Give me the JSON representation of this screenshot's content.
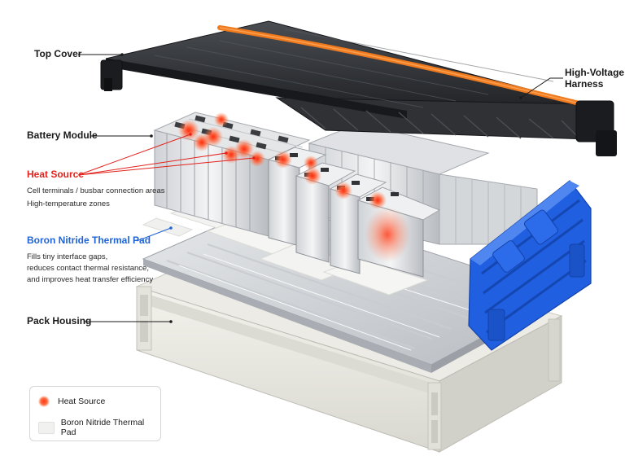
{
  "labels": {
    "top_cover": "Top Cover",
    "hv_harness_1": "High-Voltage",
    "hv_harness_2": "Harness",
    "battery_module": "Battery Module",
    "heat_source": "Heat Source",
    "heat_desc_1": "Cell terminals / busbar connection areas",
    "heat_desc_2": "High-temperature zones",
    "thermal_pad": "Boron Nitride Thermal Pad",
    "pad_desc_1": "Fills tiny interface gaps,",
    "pad_desc_2": "reduces contact thermal resistance,",
    "pad_desc_3": "and improves heat transfer efficiency",
    "pack_housing": "Pack Housing"
  },
  "legend": {
    "heat_source": "Heat Source",
    "thermal_pad": "Boron Nitride Thermal Pad"
  },
  "colors": {
    "heat_red": "#e3221c",
    "pad_blue": "#1f63d6",
    "harness_orange": "#f07a1e",
    "connector_blue": "#1f5fe0",
    "cover_dark": "#2b2d30"
  }
}
